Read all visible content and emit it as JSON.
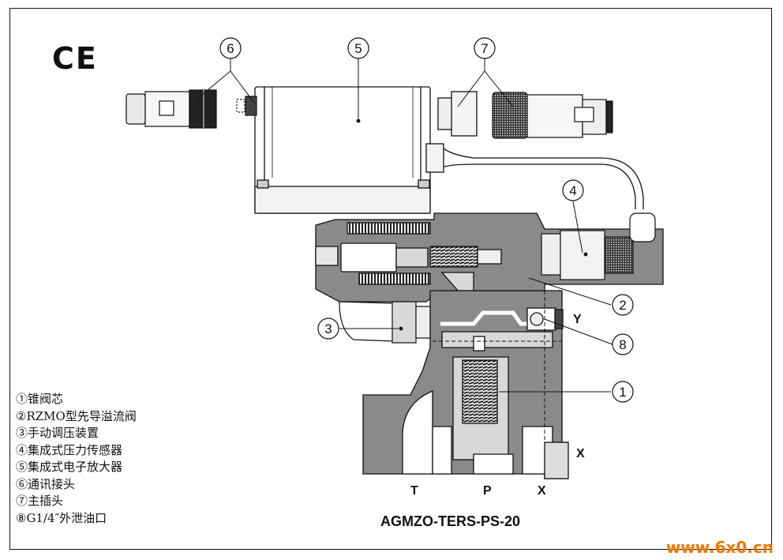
{
  "mark": "CE",
  "callouts": [
    "1",
    "2",
    "3",
    "4",
    "5",
    "6",
    "7",
    "8"
  ],
  "ports": {
    "T": "T",
    "P": "P",
    "X_bottom": "X",
    "X_side": "X",
    "Y": "Y"
  },
  "model": "AGMZO-TERS-PS-20",
  "legend": [
    "①锥阀芯",
    "②RZMO型先导溢流阀",
    "③手动调压装置",
    "④集成式压力传感器",
    "⑤集成式电子放大器",
    "⑥通讯接头",
    "⑦主插头",
    "⑧G1/4″外泄油口"
  ],
  "watermark": "www.6x0.cn",
  "colors": {
    "body_gray": "#8a8a8a",
    "light_gray": "#d8d8d8",
    "line": "#111111",
    "watermark": "#f07800"
  }
}
